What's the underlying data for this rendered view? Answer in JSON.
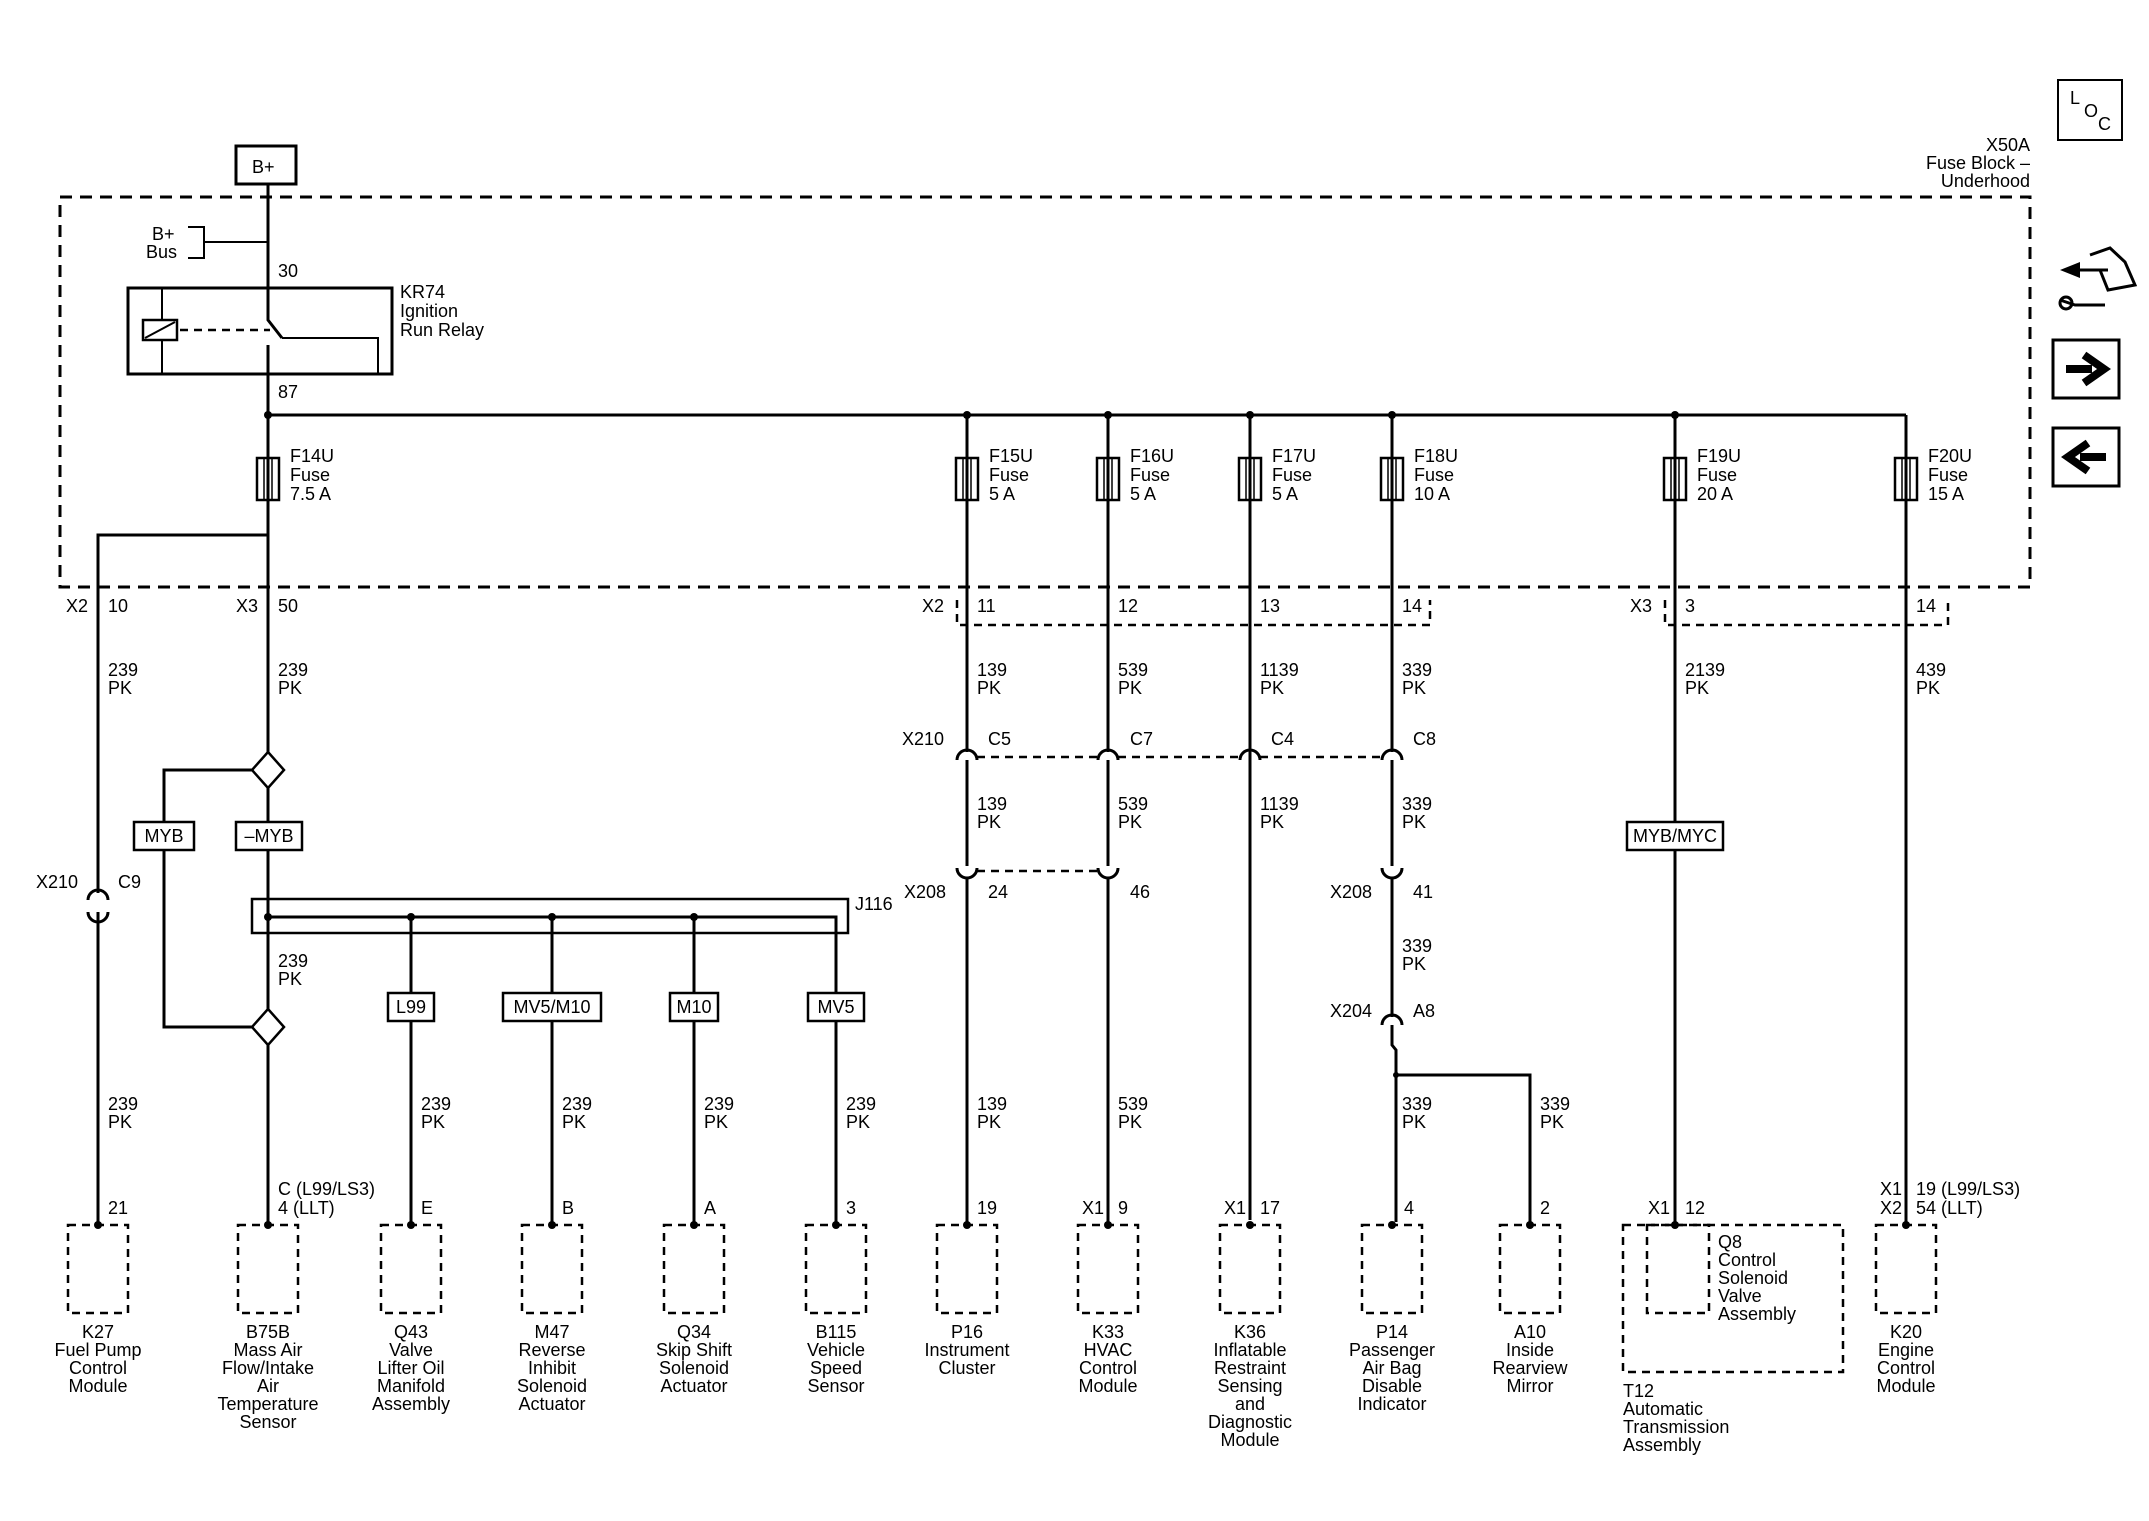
{
  "source_bplus": "B+",
  "fuse_block": {
    "id": "X50A",
    "name1": "Fuse Block –",
    "name2": "Underhood"
  },
  "bus_label": {
    "l1": "B+",
    "l2": "Bus"
  },
  "relay": {
    "id": "KR74",
    "name1": "Ignition",
    "name2": "Run Relay",
    "pin_in": "30",
    "pin_out": "87"
  },
  "nav_icons": {
    "loc": "loc-icon",
    "components": "component-view-icon",
    "next": "next-arrow-icon",
    "prev": "prev-arrow-icon"
  },
  "loc_letters": {
    "l": "L",
    "o": "O",
    "c": "C"
  },
  "fuses": [
    {
      "id": "F14U",
      "word": "Fuse",
      "rating": "7.5 A"
    },
    {
      "id": "F15U",
      "word": "Fuse",
      "rating": "5 A"
    },
    {
      "id": "F16U",
      "word": "Fuse",
      "rating": "5 A"
    },
    {
      "id": "F17U",
      "word": "Fuse",
      "rating": "5 A"
    },
    {
      "id": "F18U",
      "word": "Fuse",
      "rating": "10 A"
    },
    {
      "id": "F19U",
      "word": "Fuse",
      "rating": "20 A"
    },
    {
      "id": "F20U",
      "word": "Fuse",
      "rating": "15 A"
    }
  ],
  "block_pins": {
    "x2_a": "X2",
    "p10": "10",
    "x3_a": "X3",
    "p50": "50",
    "x2_b": "X2",
    "p11": "11",
    "p12": "12",
    "p13": "13",
    "p14a": "14",
    "x3_b": "X3",
    "p3": "3",
    "p14b": "14"
  },
  "circuits": {
    "c239": "239",
    "c139": "139",
    "c539": "539",
    "c1139": "1139",
    "c339": "339",
    "c2139": "2139",
    "c439": "439",
    "pk": "PK"
  },
  "connectors": {
    "x210": "X210",
    "c5": "C5",
    "c7": "C7",
    "c4": "C4",
    "c8": "C8",
    "x210_b": "X210",
    "c9": "C9",
    "x208": "X208",
    "p24": "24",
    "p46": "46",
    "x208_b": "X208",
    "p41": "41",
    "x204": "X204",
    "a8": "A8",
    "j116": "J116"
  },
  "options": {
    "myb": "MYB",
    "not_myb": "–MYB",
    "l99": "L99",
    "mv5m10": "MV5/M10",
    "m10": "M10",
    "mv5": "MV5",
    "mybmyc": "MYB/MYC"
  },
  "comp_pins": {
    "k27": "21",
    "b75b_1": "C (L99/LS3)",
    "b75b_2": "4 (LLT)",
    "q43": "E",
    "m47": "B",
    "q34": "A",
    "b115": "3",
    "p16": "19",
    "k33_x": "X1",
    "k33": "9",
    "k36_x": "X1",
    "k36": "17",
    "p14": "4",
    "a10": "2",
    "t12_x": "X1",
    "t12": "12",
    "k20_x1": "X1",
    "k20_p1": "19 (L99/LS3)",
    "k20_x2": "X2",
    "k20_p2": "54 (LLT)"
  },
  "components": [
    {
      "id": "K27",
      "lines": [
        "Fuel Pump",
        "Control",
        "Module"
      ]
    },
    {
      "id": "B75B",
      "lines": [
        "Mass Air",
        "Flow/Intake",
        "Air",
        "Temperature",
        "Sensor"
      ]
    },
    {
      "id": "Q43",
      "lines": [
        "Valve",
        "Lifter Oil",
        "Manifold",
        "Assembly"
      ]
    },
    {
      "id": "M47",
      "lines": [
        "Reverse",
        "Inhibit",
        "Solenoid",
        "Actuator"
      ]
    },
    {
      "id": "Q34",
      "lines": [
        "Skip Shift",
        "Solenoid",
        "Actuator"
      ]
    },
    {
      "id": "B115",
      "lines": [
        "Vehicle",
        "Speed",
        "Sensor"
      ]
    },
    {
      "id": "P16",
      "lines": [
        "Instrument",
        "Cluster"
      ]
    },
    {
      "id": "K33",
      "lines": [
        "HVAC",
        "Control",
        "Module"
      ]
    },
    {
      "id": "K36",
      "lines": [
        "Inflatable",
        "Restraint",
        "Sensing",
        "and",
        "Diagnostic",
        "Module"
      ]
    },
    {
      "id": "P14",
      "lines": [
        "Passenger",
        "Air Bag",
        "Disable",
        "Indicator"
      ]
    },
    {
      "id": "A10",
      "lines": [
        "Inside",
        "Rearview",
        "Mirror"
      ]
    },
    {
      "id": "K20",
      "lines": [
        "Engine",
        "Control",
        "Module"
      ]
    }
  ],
  "q8": {
    "id": "Q8",
    "lines": [
      "Control",
      "Solenoid",
      "Valve",
      "Assembly"
    ]
  },
  "t12": {
    "id": "T12",
    "lines": [
      "Automatic",
      "Transmission",
      "Assembly"
    ]
  }
}
